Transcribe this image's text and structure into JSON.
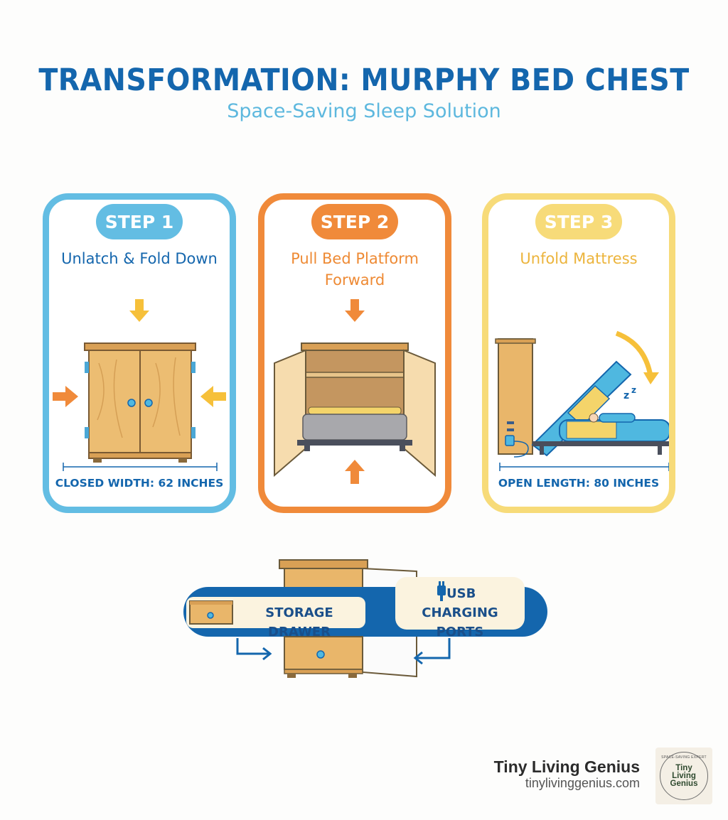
{
  "header": {
    "title": "TRANSFORMATION: MURPHY BED CHEST",
    "subtitle": "Space-Saving Sleep Solution"
  },
  "steps": [
    {
      "label": "STEP 1",
      "title": "Unlatch & Fold Down",
      "measure": "CLOSED WIDTH: 62 INCHES",
      "color": "#63bde3"
    },
    {
      "label": "STEP 2",
      "title": "Pull Bed Platform Forward",
      "measure": "",
      "color": "#f08a3a"
    },
    {
      "label": "STEP 3",
      "title": "Unfold Mattress",
      "measure": "OPEN LENGTH: 80 INCHES",
      "color": "#f7db79"
    }
  ],
  "features": {
    "drawer": "STORAGE DRAWER",
    "usb_line1": "USB",
    "usb_line2": "CHARGING PORTS",
    "usb_icon": "plug-icon"
  },
  "brand": {
    "name": "Tiny Living Genius",
    "url": "tinylivinggenius.com",
    "badge_arc": "SPACE-SAVING EXPERT",
    "badge_line1": "Tiny",
    "badge_line2": "Living",
    "badge_line3": "Genius"
  },
  "colors": {
    "primary": "#1466ad",
    "light_blue": "#63bde3",
    "orange": "#f08a3a",
    "yellow": "#f7db79",
    "wood": "#e9b66a"
  }
}
